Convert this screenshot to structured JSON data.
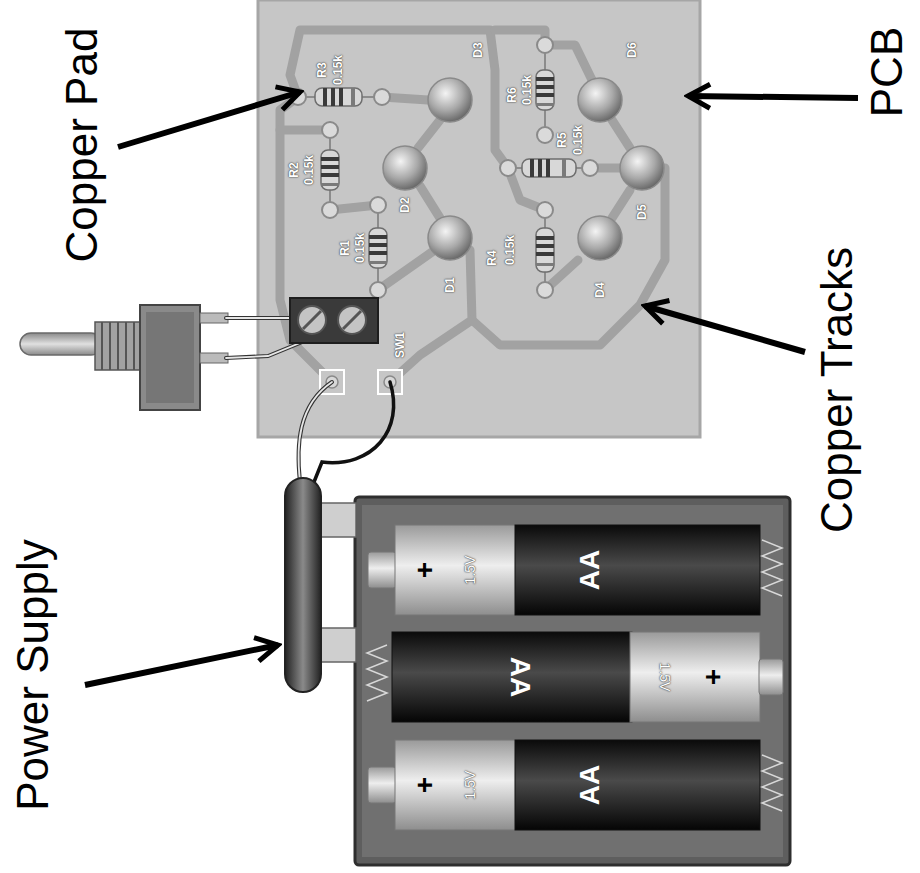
{
  "diagram": {
    "nodes": [
      {
        "text": [
          "+",
          "1.5V",
          "AA"
        ]
      },
      {
        "text": [
          "AA",
          "1.5V",
          "+"
        ]
      },
      {
        "text": [
          "+",
          "1.5V",
          "AA"
        ]
      }
    ],
    "labels": [
      "Copper Pad",
      "PCB",
      "R3",
      "0.15k",
      "D3",
      "D6",
      "R6",
      "0.15k",
      "R2",
      "0.15k",
      "D2",
      "R5",
      "0.15k",
      "R1",
      "0.15k",
      "D1",
      "R4",
      "0.15k",
      "D5",
      "D4",
      "Copper Tracks",
      "SW1",
      "Power Supply"
    ]
  }
}
